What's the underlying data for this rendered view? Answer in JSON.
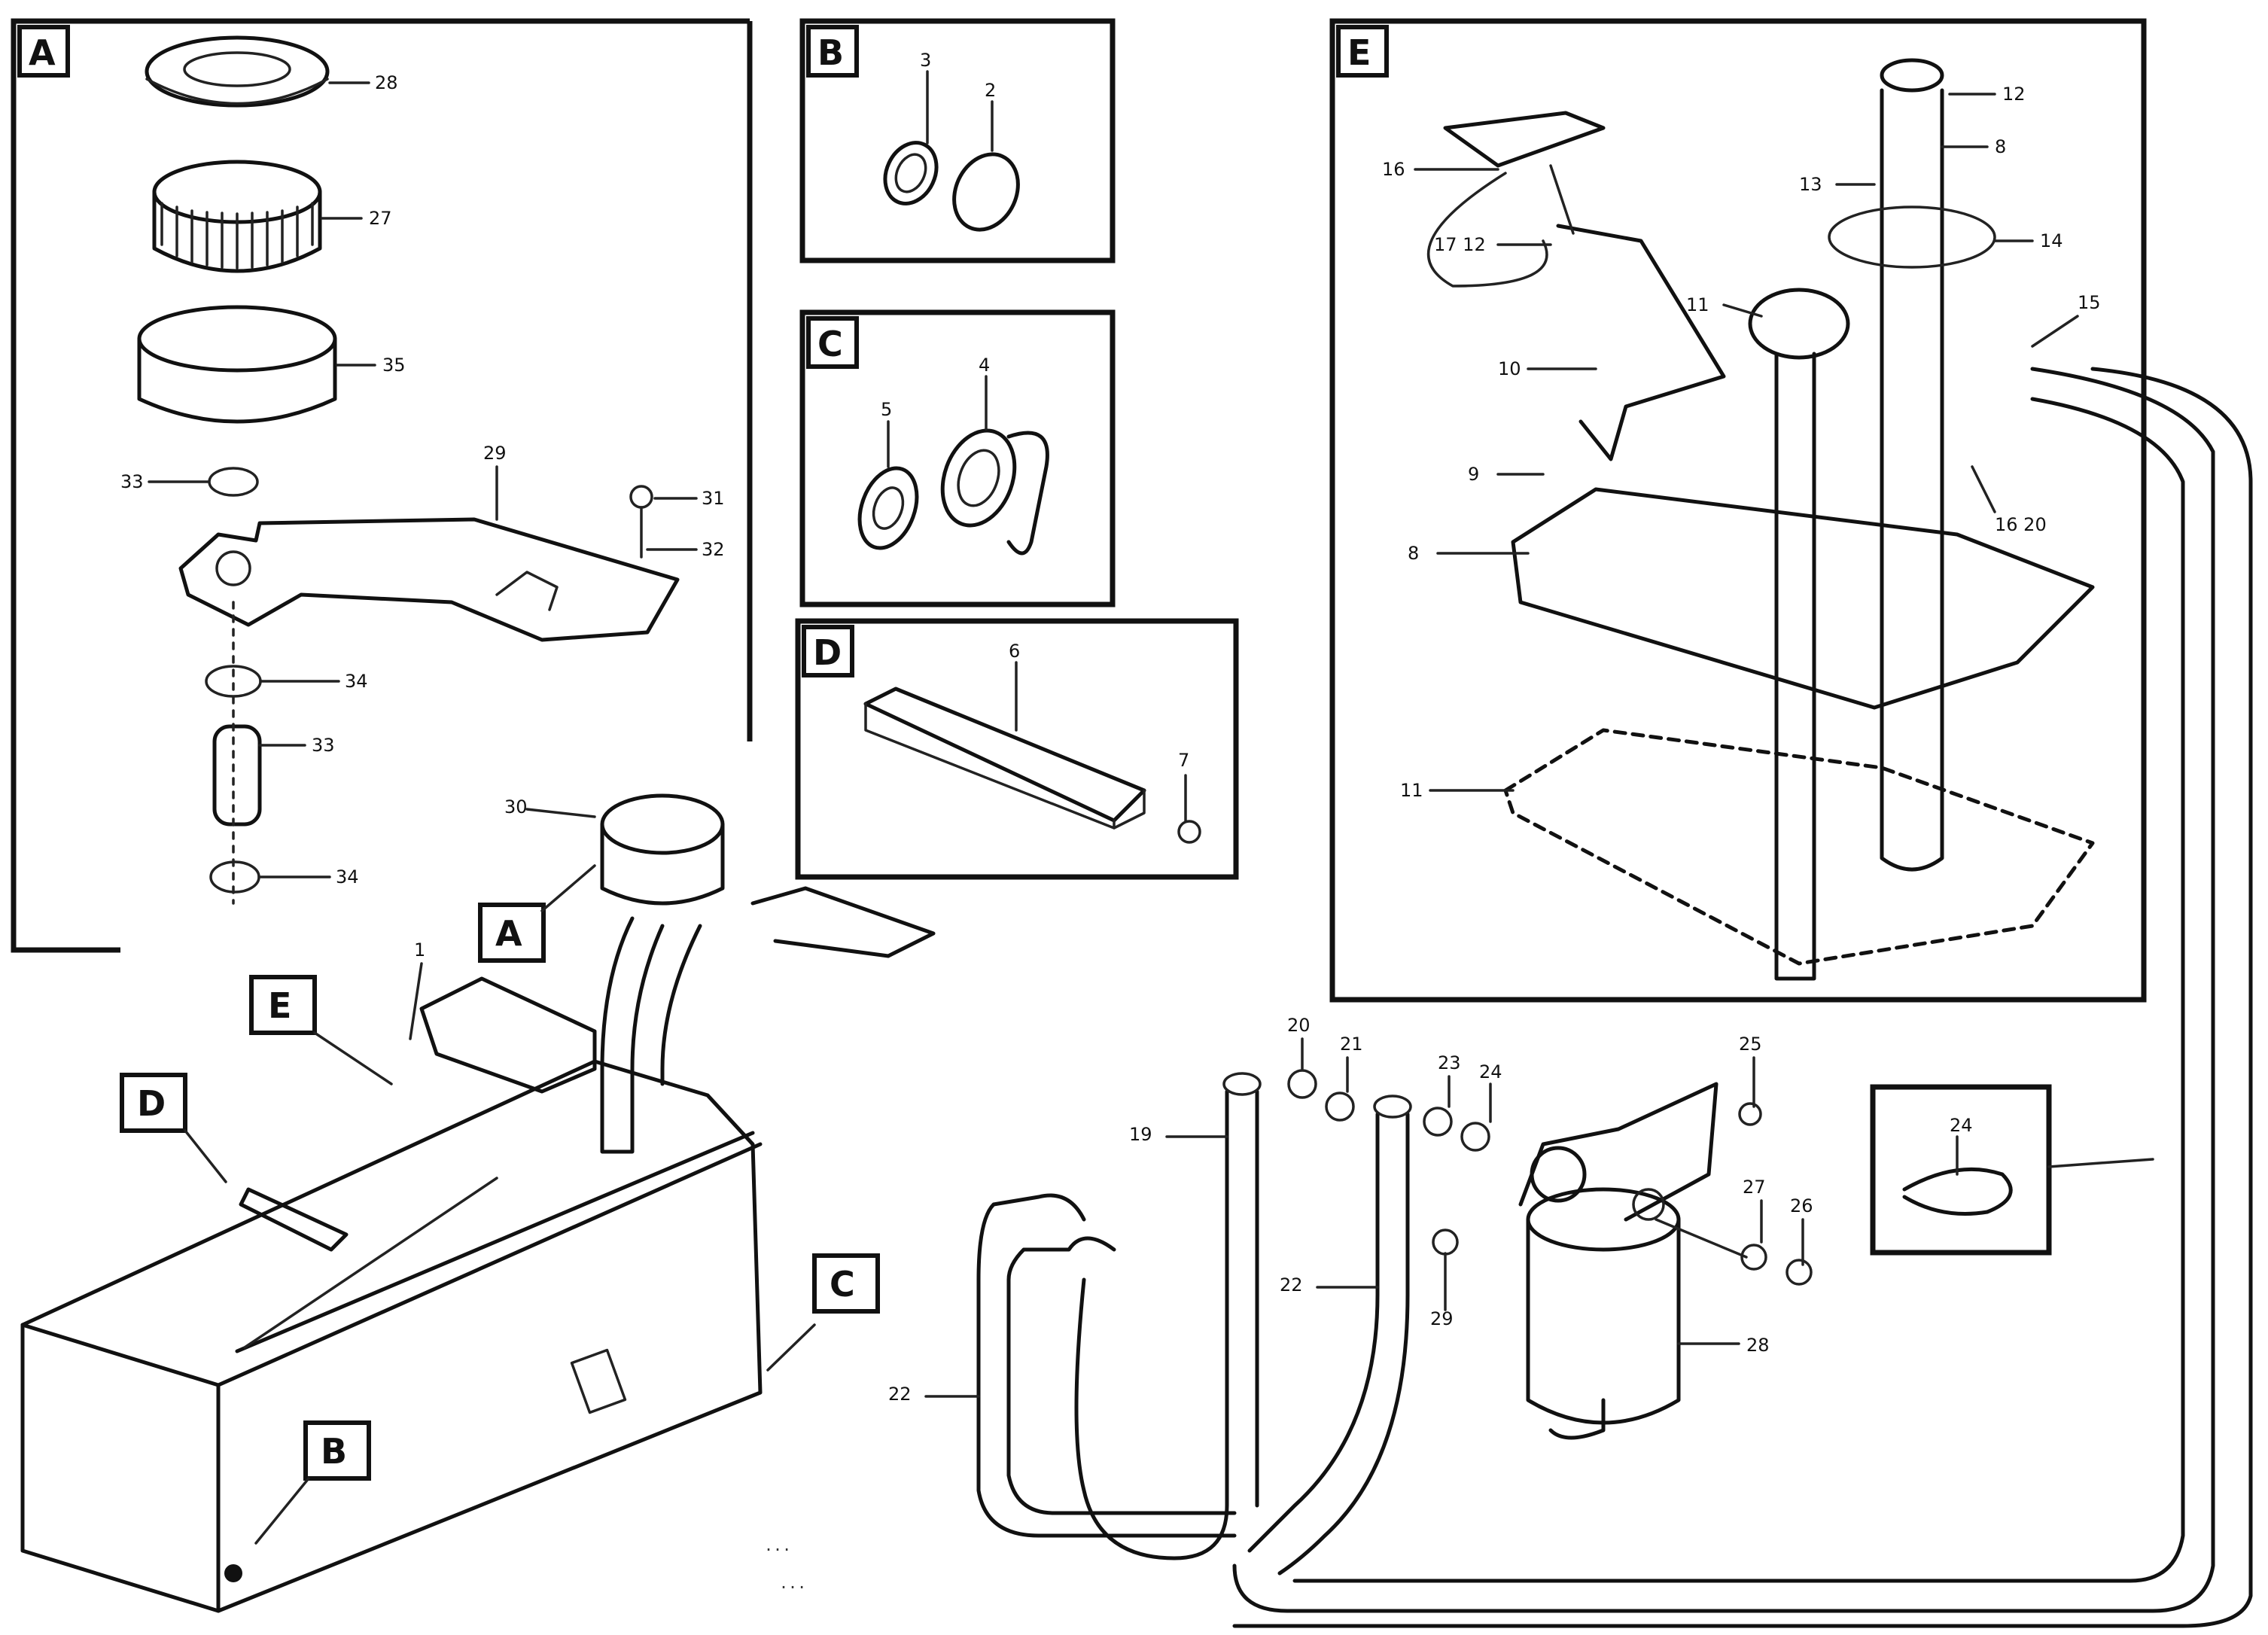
{
  "figure_code": "...",
  "drawing_ref": "...",
  "views": {
    "A": {
      "tag": "A"
    },
    "B": {
      "tag": "B"
    },
    "C": {
      "tag": "C"
    },
    "D": {
      "tag": "D"
    },
    "E": {
      "tag": "E"
    }
  },
  "tank_callouts": {
    "A": "A",
    "B": "B",
    "C": "C",
    "D": "D",
    "E": "E"
  }
}
